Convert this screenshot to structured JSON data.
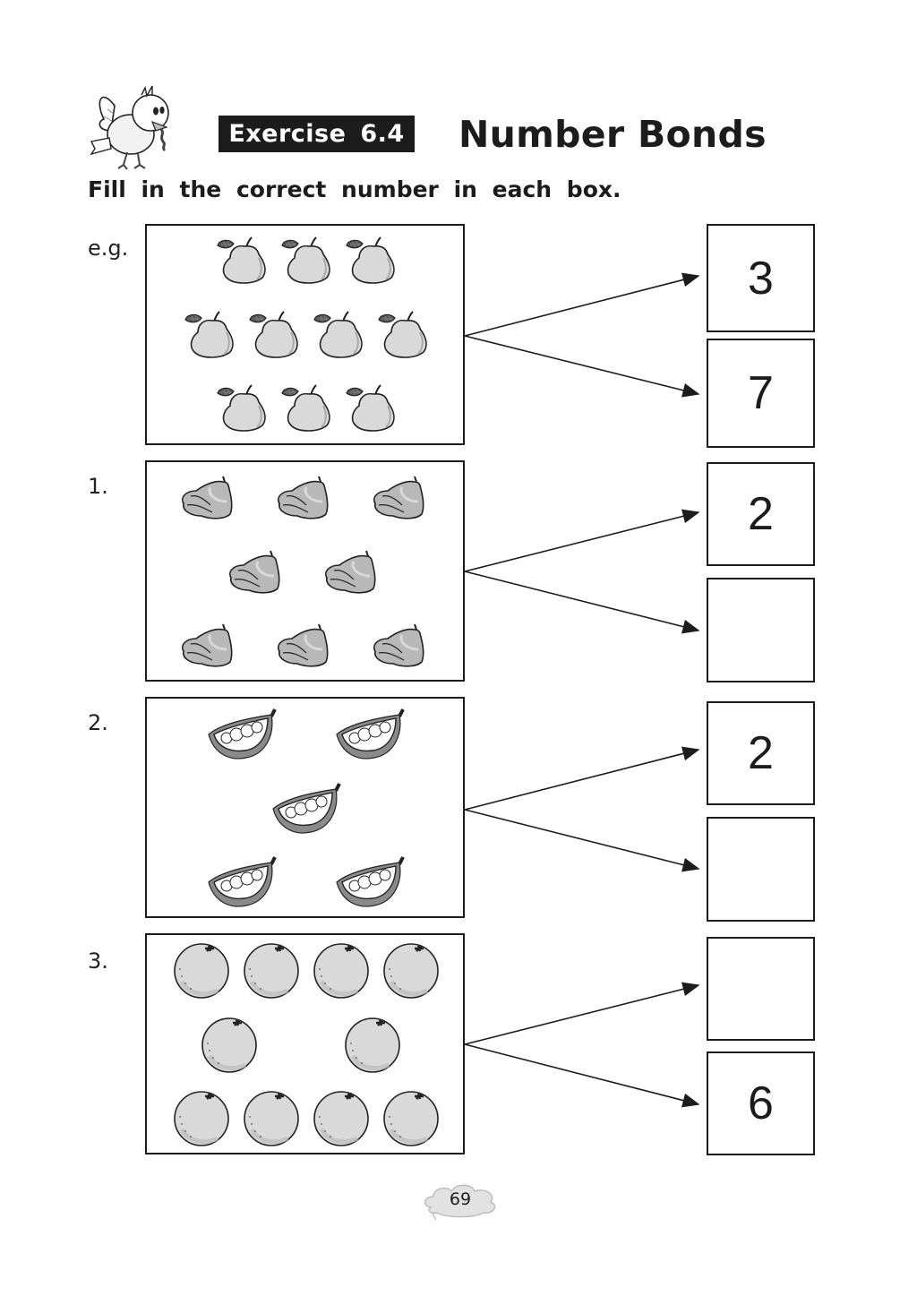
{
  "header": {
    "exercise_label": "Exercise 6.4",
    "title": "Number Bonds",
    "mascot_icon": "bird-with-worm-icon"
  },
  "instruction": "Fill in the correct number in each box.",
  "questions": [
    {
      "label": "e.g.",
      "fruit": "pear",
      "fruit_icon": "pear-icon",
      "fruit_count": 10,
      "rows": [
        3,
        4,
        3
      ],
      "answers": [
        {
          "value": "3",
          "placeholder": ""
        },
        {
          "value": "7",
          "placeholder": ""
        }
      ]
    },
    {
      "label": "1.",
      "fruit": "water apple",
      "fruit_icon": "water-apple-icon",
      "fruit_count": 8,
      "rows": [
        3,
        2,
        3
      ],
      "answers": [
        {
          "value": "2",
          "placeholder": ""
        },
        {
          "value": "",
          "placeholder": ""
        }
      ]
    },
    {
      "label": "2.",
      "fruit": "durian",
      "fruit_icon": "durian-icon",
      "fruit_count": 5,
      "rows": [
        2,
        1,
        2
      ],
      "answers": [
        {
          "value": "2",
          "placeholder": ""
        },
        {
          "value": "",
          "placeholder": ""
        }
      ]
    },
    {
      "label": "3.",
      "fruit": "orange",
      "fruit_icon": "orange-icon",
      "fruit_count": 10,
      "rows": [
        4,
        2,
        4
      ],
      "answers": [
        {
          "value": "",
          "placeholder": ""
        },
        {
          "value": "6",
          "placeholder": ""
        }
      ]
    }
  ],
  "footer": {
    "page_number": "69",
    "badge_icon": "cloud-icon"
  },
  "colors": {
    "ink": "#1c1c1c",
    "fruit_fill": "#d9d9d9",
    "fruit_shade": "#b8b8b8",
    "leaf": "#5a5a5a"
  }
}
